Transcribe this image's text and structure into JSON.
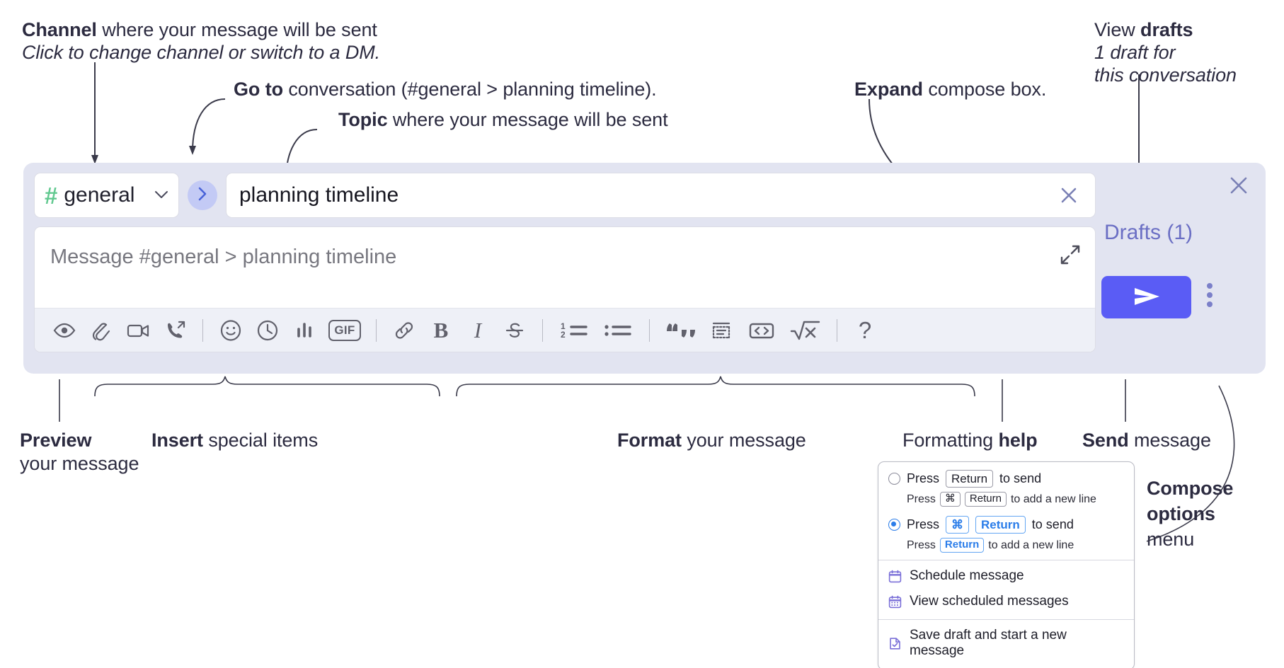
{
  "annotations": {
    "channel": {
      "bold": "Channel",
      "rest": " where your message will be sent",
      "italic": "Click to change channel or switch to a DM."
    },
    "goto": {
      "bold": "Go to",
      "rest": " conversation (#general > planning timeline)."
    },
    "topic": {
      "bold": "Topic",
      "rest": " where your message will be sent"
    },
    "expand": {
      "bold": "Expand",
      "rest": " compose box."
    },
    "drafts": {
      "plain": "View ",
      "bold": "drafts",
      "italic1": "1 draft for",
      "italic2": "this conversation"
    },
    "preview": {
      "bold": "Preview",
      "rest": "your message"
    },
    "insert": {
      "bold": "Insert",
      "rest": " special items"
    },
    "format": {
      "bold": "Format",
      "rest": " your message"
    },
    "help": {
      "plain": "Formatting ",
      "bold": "help"
    },
    "send": {
      "bold": "Send",
      "rest": " message"
    },
    "compose_options": {
      "bold1": "Compose",
      "bold2": "options",
      "rest": "menu"
    }
  },
  "compose": {
    "channel": {
      "hash": "#",
      "name": "general",
      "chevron": "⌄"
    },
    "goto_icon": "chevron-right-icon",
    "topic": {
      "value": "planning timeline",
      "clear_icon": "close-icon"
    },
    "message": {
      "placeholder": "Message #general > planning timeline",
      "expand_icon": "expand-icon"
    },
    "toolbar": [
      {
        "name": "preview-button",
        "icon": "eye-icon"
      },
      {
        "name": "attach-button",
        "icon": "paperclip-icon"
      },
      {
        "name": "video-button",
        "icon": "video-camera-icon"
      },
      {
        "name": "call-button",
        "icon": "phone-forward-icon"
      },
      {
        "name": "emoji-button",
        "icon": "smiley-icon"
      },
      {
        "name": "reminder-button",
        "icon": "clock-icon"
      },
      {
        "name": "poll-button",
        "icon": "bar-chart-icon"
      },
      {
        "name": "gif-button",
        "icon": "gif-icon",
        "label": "GIF"
      },
      {
        "name": "link-button",
        "icon": "link-icon"
      },
      {
        "name": "bold-button",
        "icon": "bold-icon",
        "label": "B"
      },
      {
        "name": "italic-button",
        "icon": "italic-icon",
        "label": "I"
      },
      {
        "name": "strikethrough-button",
        "icon": "strikethrough-icon",
        "label": "S"
      },
      {
        "name": "ordered-list-button",
        "icon": "ordered-list-icon"
      },
      {
        "name": "bulleted-list-button",
        "icon": "bulleted-list-icon"
      },
      {
        "name": "blockquote-button",
        "icon": "quote-icon"
      },
      {
        "name": "code-block-button",
        "icon": "code-block-icon"
      },
      {
        "name": "inline-code-button",
        "icon": "code-brackets-icon"
      },
      {
        "name": "math-button",
        "icon": "square-root-icon"
      },
      {
        "name": "help-button",
        "icon": "question-mark-icon",
        "label": "?"
      }
    ],
    "rail": {
      "close_icon": "close-icon",
      "drafts_label": "Drafts (1)",
      "send_icon": "send-paper-plane-icon",
      "kebab_icon": "more-options-icon"
    }
  },
  "popup": {
    "option1": {
      "main_pre": "Press",
      "main_key": "Return",
      "main_post": "to send",
      "sub_pre": "Press",
      "sub_key1": "⌘",
      "sub_key2": "Return",
      "sub_post": "to add a new line",
      "selected": false
    },
    "option2": {
      "main_pre": "Press",
      "main_key1": "⌘",
      "main_key2": "Return",
      "main_post": "to send",
      "sub_pre": "Press",
      "sub_key": "Return",
      "sub_post": "to add a new line",
      "selected": true
    },
    "items": [
      {
        "label": "Schedule message",
        "icon": "calendar-icon"
      },
      {
        "label": "View scheduled messages",
        "icon": "calendar-grid-icon"
      },
      {
        "label": "Save draft and start a new message",
        "icon": "saved-draft-icon"
      }
    ]
  },
  "colors": {
    "accent": "#5a5cf5",
    "panel": "#e2e4f1",
    "hash_green": "#62c990",
    "drafts_text": "#6b6fc4",
    "key_blue": "#2b7de9",
    "menu_icon": "#7a6fd8"
  }
}
